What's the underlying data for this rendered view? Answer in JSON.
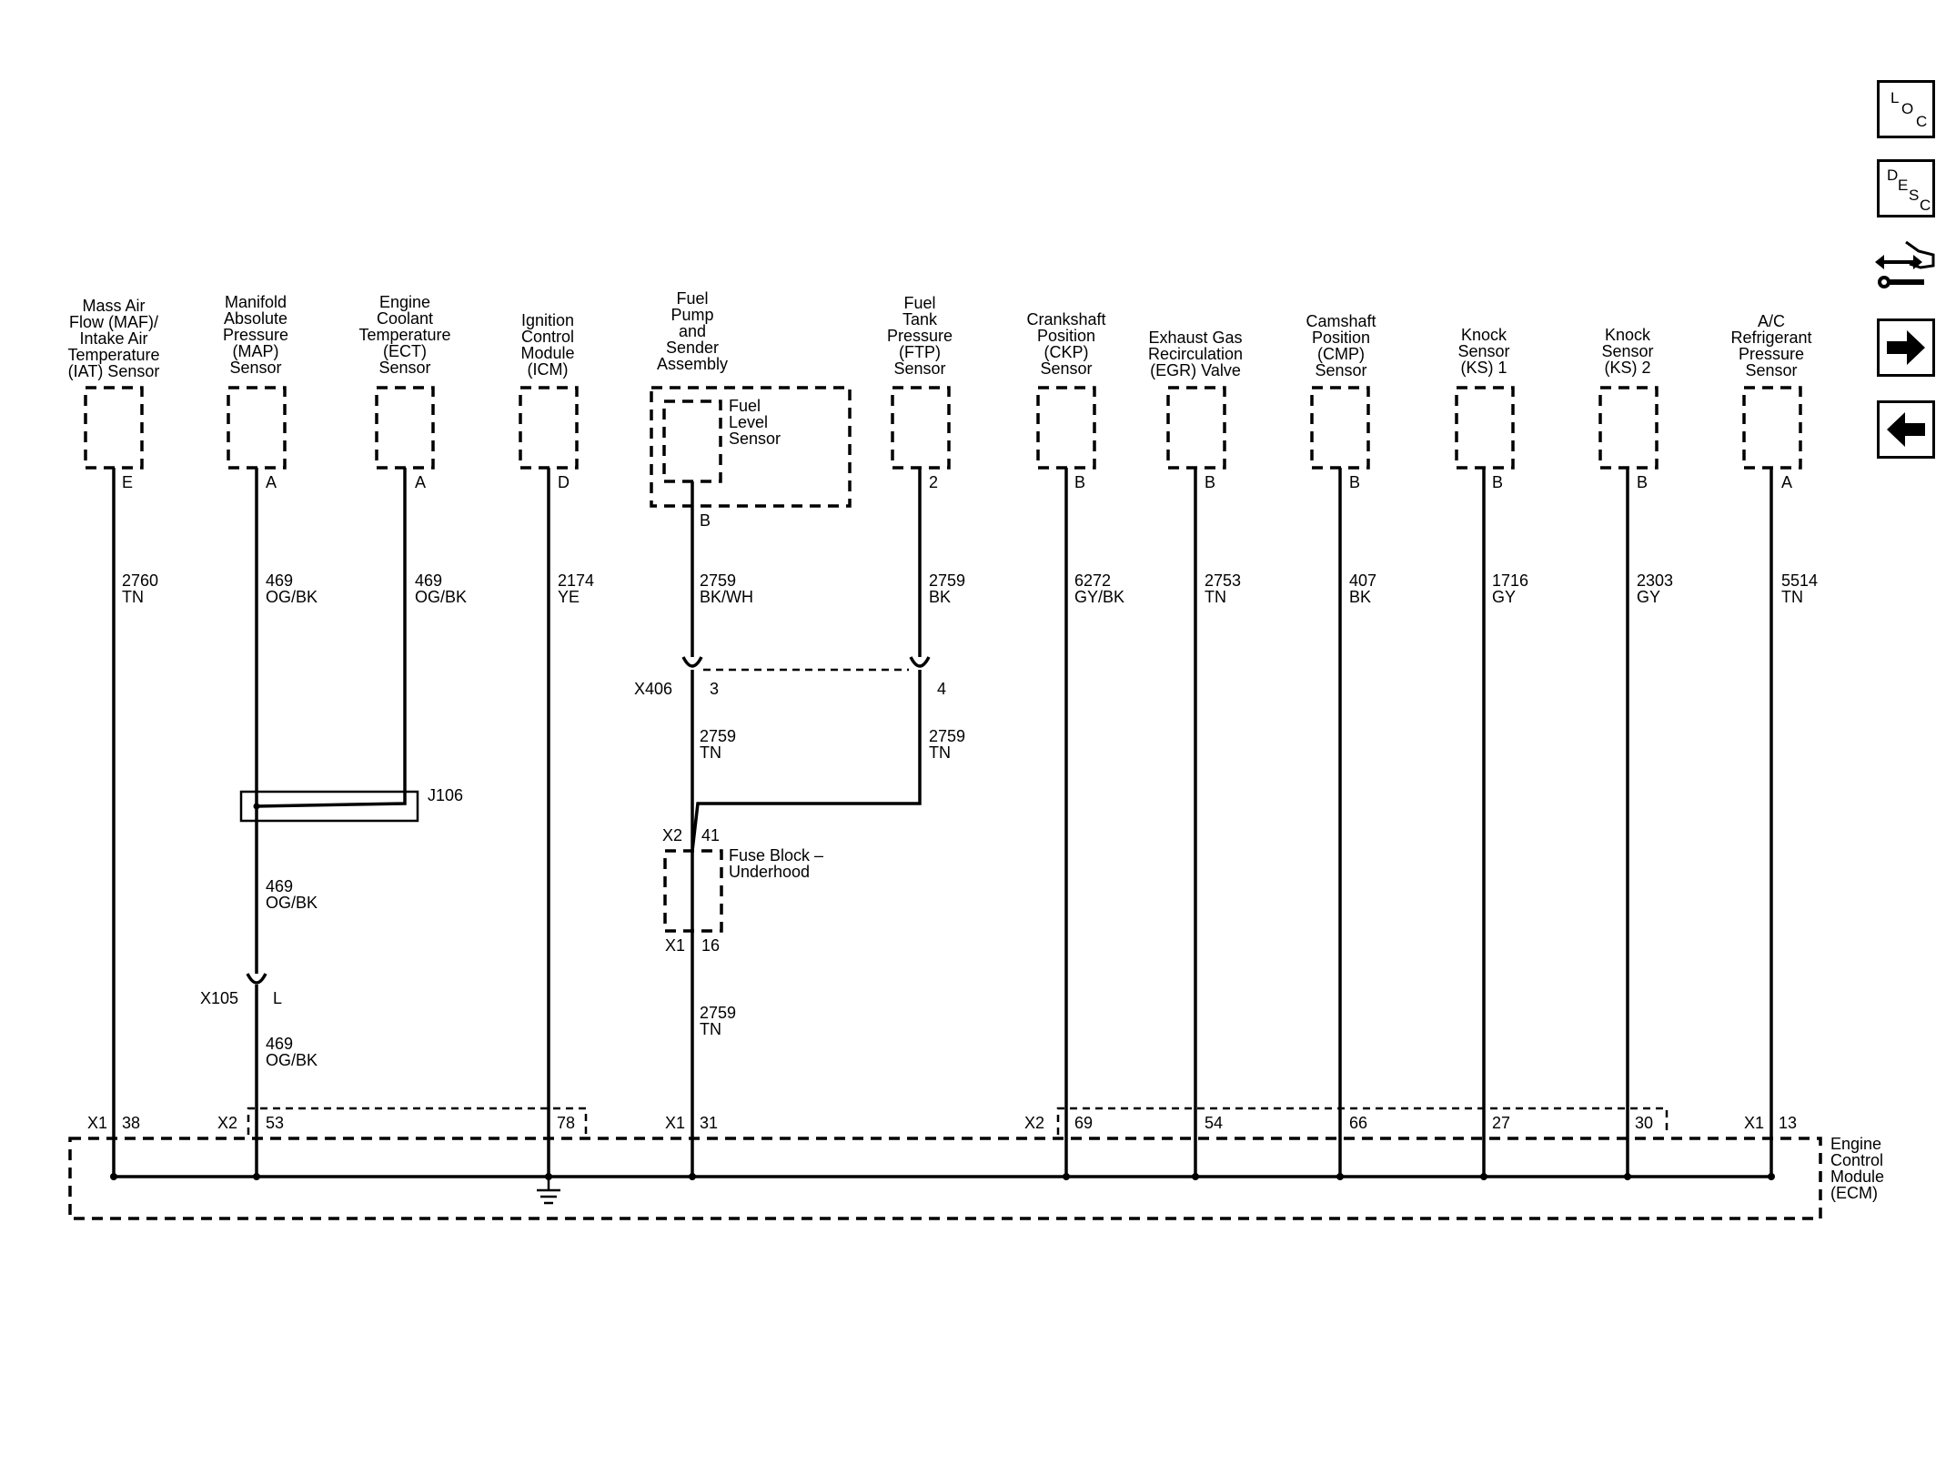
{
  "components": {
    "maf": {
      "l1": "Mass Air",
      "l2": "Flow (MAF)/",
      "l3": "Intake Air",
      "l4": "Temperature",
      "l5": "(IAT) Sensor",
      "pin": "E",
      "circuit": "2760",
      "color": "TN"
    },
    "map": {
      "l1": "Manifold",
      "l2": "Absolute",
      "l3": "Pressure",
      "l4": "(MAP)",
      "l5": "Sensor",
      "pin": "A",
      "circuit": "469",
      "color": "OG/BK"
    },
    "ect": {
      "l1": "Engine",
      "l2": "Coolant",
      "l3": "Temperature",
      "l4": "(ECT)",
      "l5": "Sensor",
      "pin": "A",
      "circuit": "469",
      "color": "OG/BK"
    },
    "icm": {
      "l1": "Ignition",
      "l2": "Control",
      "l3": "Module",
      "l4": "(ICM)",
      "pin": "D",
      "circuit": "2174",
      "color": "YE"
    },
    "fuelpump": {
      "l1": "Fuel",
      "l2": "Pump",
      "l3": "and",
      "l4": "Sender",
      "l5": "Assembly",
      "sensor1": "Fuel",
      "sensor2": "Level",
      "sensor3": "Sensor",
      "pin": "B",
      "circuit": "2759",
      "color": "BK/WH"
    },
    "ftp": {
      "l1": "Fuel",
      "l2": "Tank",
      "l3": "Pressure",
      "l4": "(FTP)",
      "l5": "Sensor",
      "pin": "2",
      "circuit": "2759",
      "color": "BK"
    },
    "ckp": {
      "l1": "Crankshaft",
      "l2": "Position",
      "l3": "(CKP)",
      "l4": "Sensor",
      "pin": "B",
      "circuit": "6272",
      "color": "GY/BK"
    },
    "egr": {
      "l1": "Exhaust Gas",
      "l2": "Recirculation",
      "l3": "(EGR) Valve",
      "pin": "B",
      "circuit": "2753",
      "color": "TN"
    },
    "cmp": {
      "l1": "Camshaft",
      "l2": "Position",
      "l3": "(CMP)",
      "l4": "Sensor",
      "pin": "B",
      "circuit": "407",
      "color": "BK"
    },
    "ks1": {
      "l1": "Knock",
      "l2": "Sensor",
      "l3": "(KS) 1",
      "pin": "B",
      "circuit": "1716",
      "color": "GY"
    },
    "ks2": {
      "l1": "Knock",
      "l2": "Sensor",
      "l3": "(KS) 2",
      "pin": "B",
      "circuit": "2303",
      "color": "GY"
    },
    "ac": {
      "l1": "A/C",
      "l2": "Refrigerant",
      "l3": "Pressure",
      "l4": "Sensor",
      "pin": "A",
      "circuit": "5514",
      "color": "TN"
    }
  },
  "connectors": {
    "x406": {
      "name": "X406",
      "pin_a": "3",
      "pin_b": "4"
    },
    "x105": {
      "name": "X105",
      "pin": "L"
    },
    "j106": {
      "name": "J106"
    },
    "fuseblock": {
      "l1": "Fuse Block –",
      "l2": "Underhood",
      "top_conn": "X2",
      "top_pin": "41",
      "bot_conn": "X1",
      "bot_pin": "16"
    }
  },
  "wires": {
    "after_x406_left": {
      "circuit": "2759",
      "color": "TN"
    },
    "after_x406_right": {
      "circuit": "2759",
      "color": "TN"
    },
    "after_j106": {
      "circuit": "469",
      "color": "OG/BK"
    },
    "after_x105": {
      "circuit": "469",
      "color": "OG/BK"
    },
    "after_fuse": {
      "circuit": "2759",
      "color": "TN"
    }
  },
  "ecm": {
    "l1": "Engine",
    "l2": "Control",
    "l3": "Module",
    "l4": "(ECM)",
    "pins": {
      "maf": {
        "conn": "X1",
        "pin": "38"
      },
      "map": {
        "conn": "X2",
        "pin": "53"
      },
      "icm": {
        "pin": "78"
      },
      "fuel": {
        "conn": "X1",
        "pin": "31"
      },
      "ckp": {
        "conn": "X2",
        "pin": "69"
      },
      "egr": {
        "pin": "54"
      },
      "cmp": {
        "pin": "66"
      },
      "ks1": {
        "pin": "27"
      },
      "ks2": {
        "pin": "30"
      },
      "ac": {
        "conn": "X1",
        "pin": "13"
      }
    }
  },
  "nav": {
    "loc": {
      "l": "L",
      "o": "O",
      "c": "C"
    },
    "desc": {
      "d": "D",
      "e": "E",
      "s": "S",
      "c": "C"
    },
    "icons": [
      "connector-repair-icon",
      "arrow-right-icon",
      "arrow-left-icon"
    ]
  }
}
